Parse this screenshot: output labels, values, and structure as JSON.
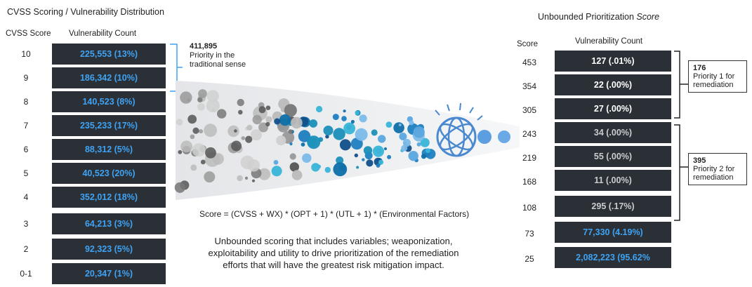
{
  "left": {
    "title": "CVSS Scoring / Vulnerability Distribution",
    "score_header": "CVSS Score",
    "count_header": "Vulnerability Count",
    "rows": [
      {
        "score": "10",
        "count": "225,553 (13%)"
      },
      {
        "score": "9",
        "count": "186,342 (10%)"
      },
      {
        "score": "8",
        "count": "140,523 (8%)"
      },
      {
        "score": "7",
        "count": "235,233 (17%)"
      },
      {
        "score": "6",
        "count": "88,312 (5%)"
      },
      {
        "score": "5",
        "count": "40,523 (20%)"
      },
      {
        "score": "4",
        "count": "352,012 (18%)"
      },
      {
        "score": "3",
        "count": "64,213 (3%)"
      },
      {
        "score": "2",
        "count": "92,323 (5%)"
      },
      {
        "score": "0-1",
        "count": "20,347 (1%)"
      }
    ],
    "bracket": {
      "value": "411,895",
      "text": "Priority in the traditional sense"
    },
    "accent_color": "#3ea3f5"
  },
  "right": {
    "title": "Unbounded Prioritization",
    "title_italic": "Score",
    "score_header": "Score",
    "count_header": "Vulnerability Count",
    "rows": [
      {
        "score": "453",
        "count": "127 (.01%)",
        "style": "white"
      },
      {
        "score": "354",
        "count": "22 (.00%)",
        "style": "white"
      },
      {
        "score": "305",
        "count": "27 (.00%)",
        "style": "white"
      },
      {
        "score": "243",
        "count": "34 (.00%)",
        "style": "grey"
      },
      {
        "score": "219",
        "count": "55 (.00%)",
        "style": "grey"
      },
      {
        "score": "168",
        "count": "11 (.00%)",
        "style": "grey"
      },
      {
        "score": "108",
        "count": "295 (.17%)",
        "style": "grey"
      },
      {
        "score": "73",
        "count": "77,330 (4.19%)",
        "style": "blue"
      },
      {
        "score": "25",
        "count": "2,082,223 (95.62%",
        "style": "blue"
      }
    ],
    "priority1": {
      "value": "176",
      "text": "Priority 1 for remediation"
    },
    "priority2": {
      "value": "395",
      "text": "Priority 2 for remediation"
    }
  },
  "formula": "Score = (CVSS + WX) * (OPT + 1) * (UTL + 1) * (Environmental Factors)",
  "description": "Unbounded scoring that includes variables; weaponization, exploitability and utility to drive prioritization of the remediation efforts that will have the greatest risk mitigation impact."
}
